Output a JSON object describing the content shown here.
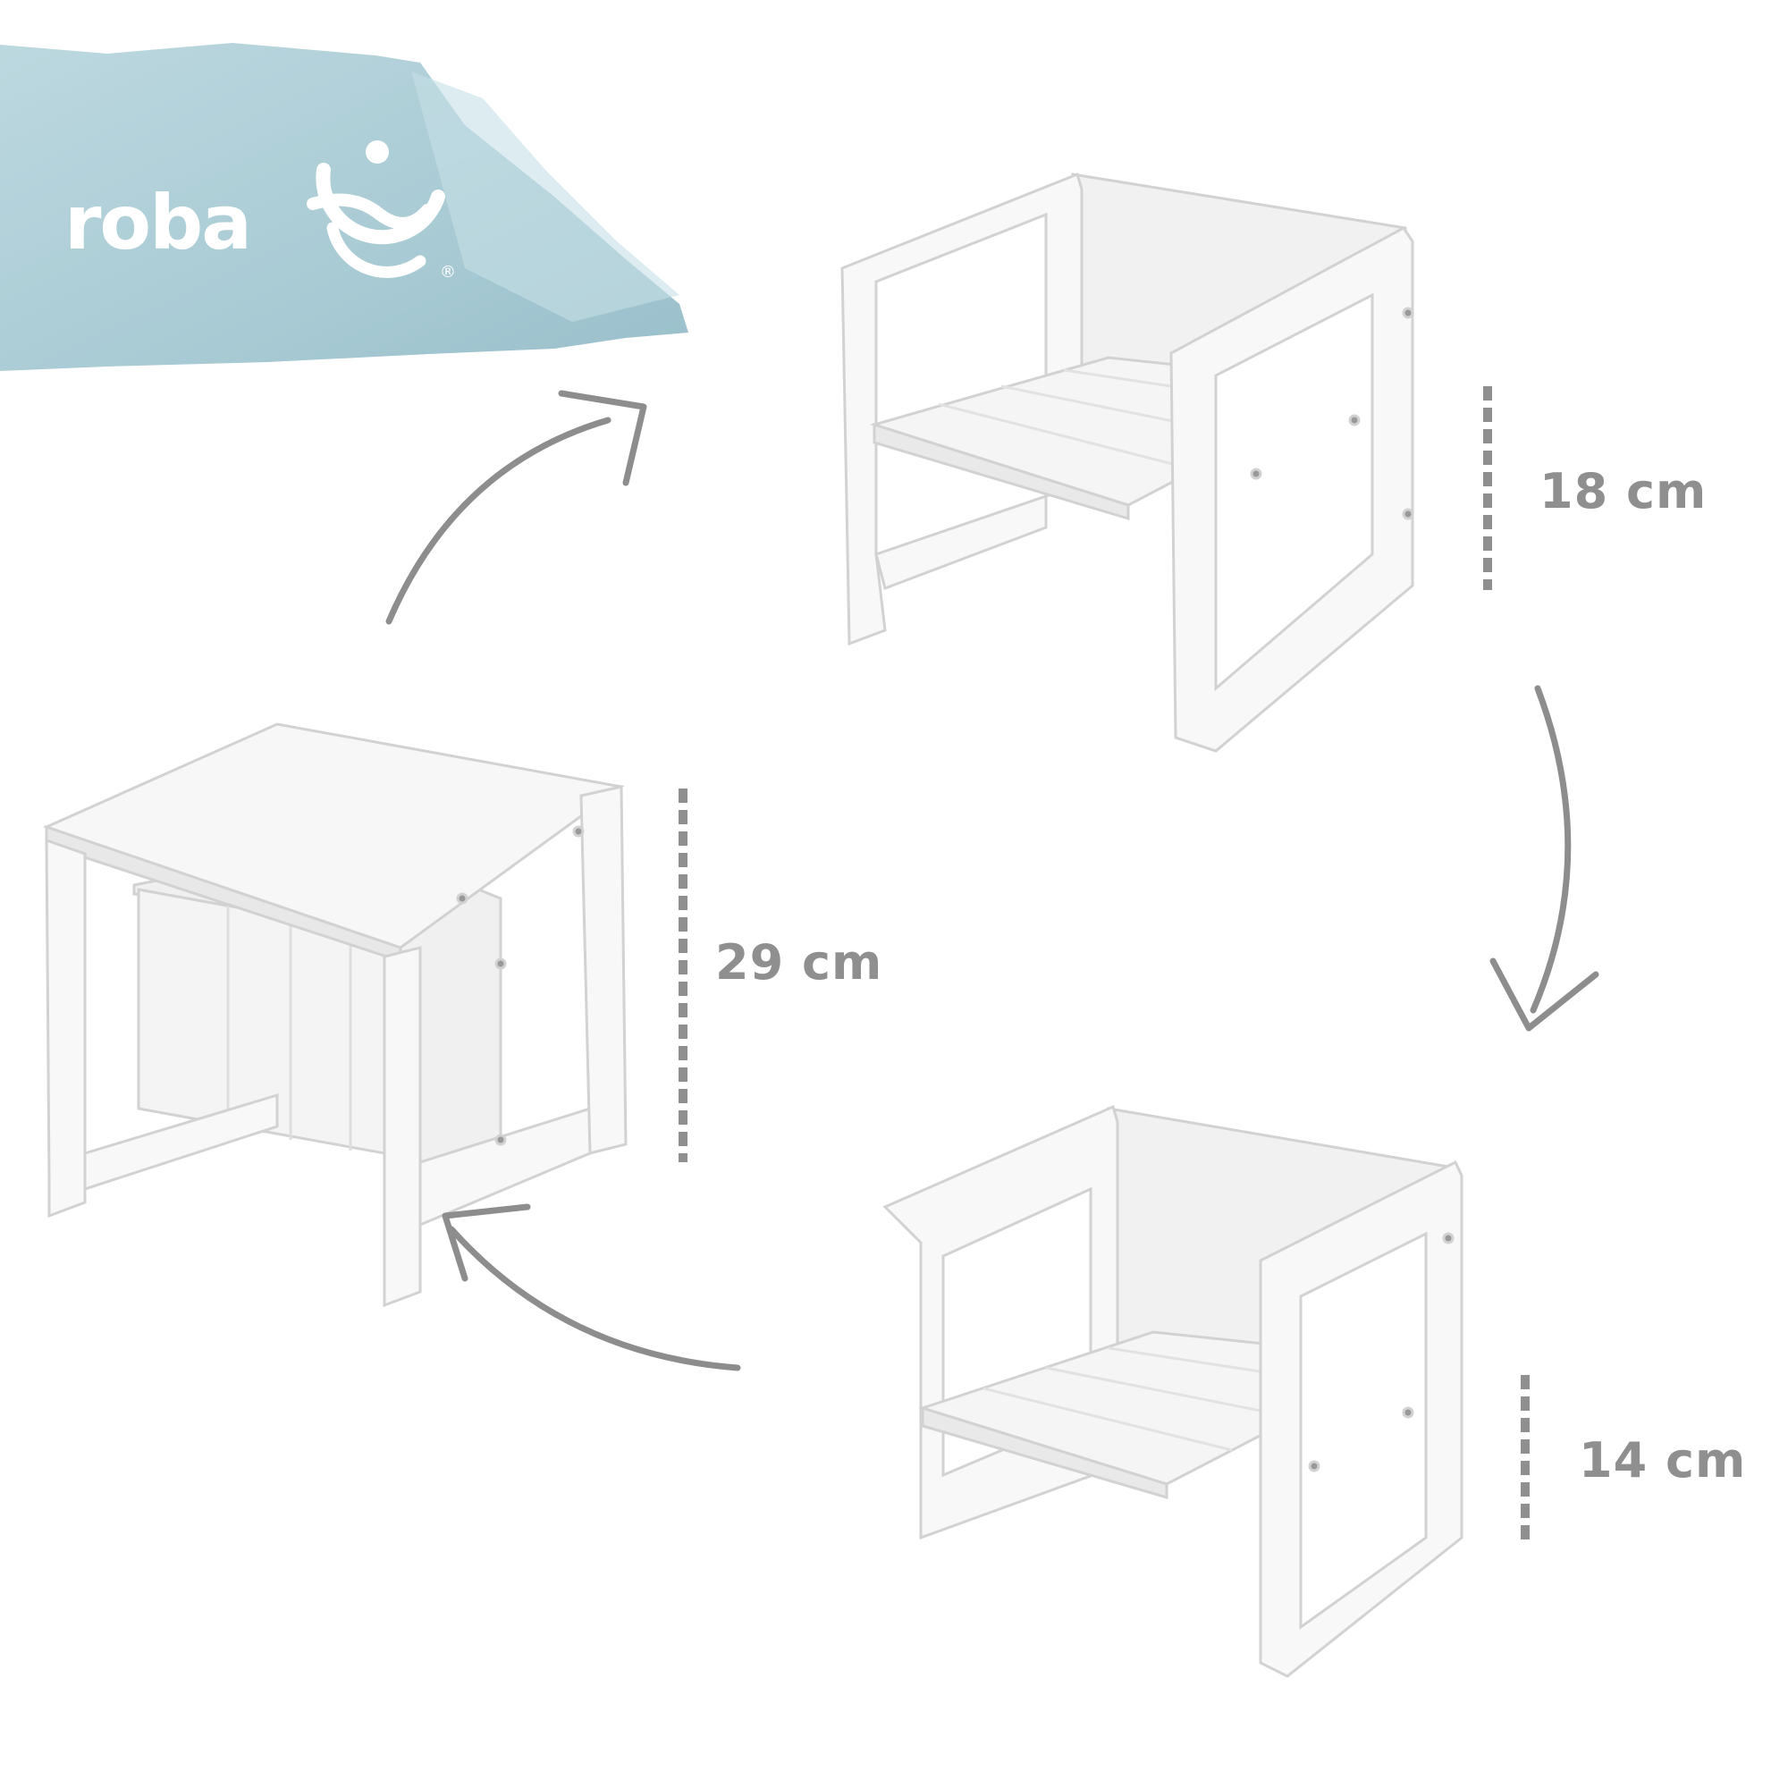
{
  "brand": {
    "name": "roba",
    "registered_mark": "®",
    "text_color": "#ffffff",
    "banner_color": "#a8ccd6"
  },
  "colors": {
    "measure": "#8f8f8f",
    "arrow": "#8d8d8d",
    "furniture": "#f8f8f8",
    "furniture_edge": "#d6d6d6"
  },
  "configurations": [
    {
      "name": "chair-high",
      "height_label": "18 cm"
    },
    {
      "name": "chair-low",
      "height_label": "14 cm"
    },
    {
      "name": "table",
      "height_label": "29 cm"
    }
  ]
}
